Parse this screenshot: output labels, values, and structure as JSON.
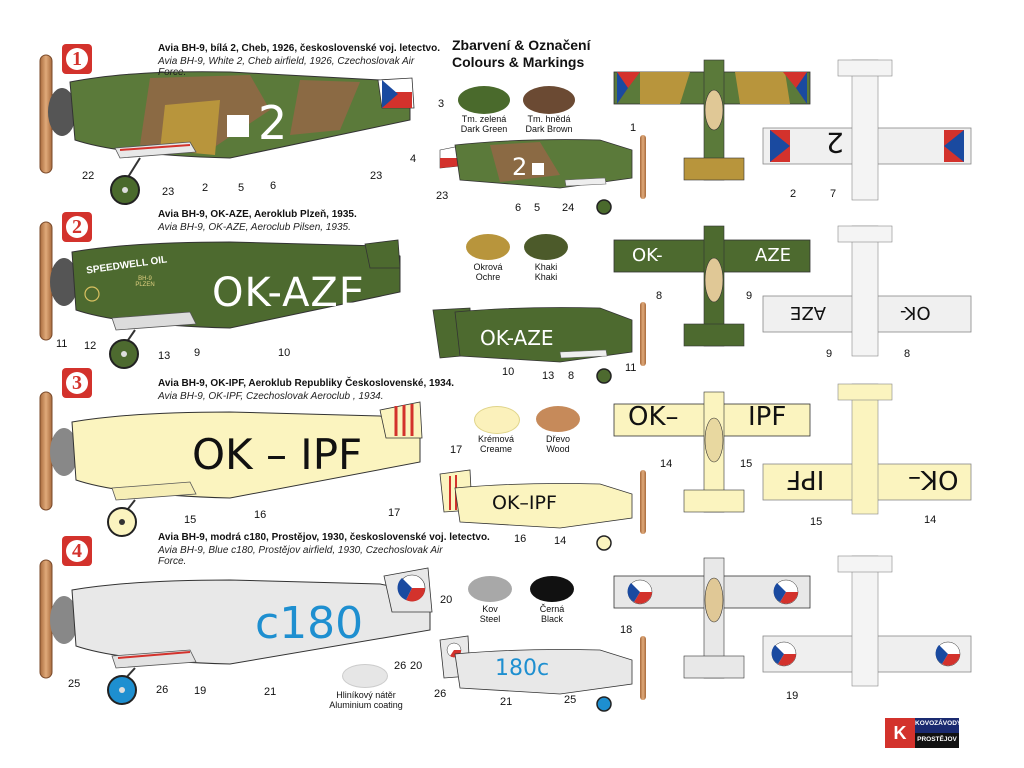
{
  "header": {
    "title_cz": "Zbarvení & Označení",
    "title_en": "Colours & Markings"
  },
  "schemes": [
    {
      "number": "1",
      "title": "Avia BH-9, bílá 2, Cheb, 1926, československé voj. letectvo.",
      "subtitle": "Avia BH-9, White 2, Cheb airfield, 1926, Czechoslovak Air Force.",
      "marking": "2",
      "callouts": [
        "3",
        "22",
        "23",
        "2",
        "5",
        "6",
        "23",
        "4",
        "23",
        "6",
        "5",
        "24",
        "1",
        "2",
        "7"
      ]
    },
    {
      "number": "2",
      "title": "Avia BH-9, OK-AZE, Aeroklub Plzeň, 1935.",
      "subtitle": "Avia BH-9, OK-AZE, Aeroclub Pilsen, 1935.",
      "marking": "OK-AZE",
      "nose_text": "SPEEDWELL OIL",
      "club_text": "BH-9 PLZEN",
      "wing_left": "OK-",
      "wing_right": "AZE",
      "wing_under_left": "AZE",
      "wing_under_right": "OK-",
      "callouts": [
        "11",
        "12",
        "13",
        "9",
        "10",
        "10",
        "13",
        "8",
        "11",
        "8",
        "9",
        "9",
        "8"
      ]
    },
    {
      "number": "3",
      "title": "Avia BH-9, OK-IPF, Aeroklub Republiky Československé, 1934.",
      "subtitle": "Avia BH-9, OK-IPF, Czechoslovak  Aeroclub , 1934.",
      "marking": "OK – IPF",
      "small_marking": "OK–IPF",
      "wing_left": "OK–",
      "wing_right": "IPF",
      "wing_under_left": "IPF",
      "wing_under_right": "OK–",
      "callouts": [
        "17",
        "15",
        "16",
        "17",
        "16",
        "14",
        "14",
        "15",
        "15",
        "14"
      ]
    },
    {
      "number": "4",
      "title": "Avia BH-9, modrá c180, Prostějov, 1930, československé voj. letectvo.",
      "subtitle": "Avia BH-9, Blue c180, Prostějov airfield, 1930, Czechoslovak Air Force.",
      "marking": "c180",
      "small_marking": "180c",
      "callouts": [
        "20",
        "25",
        "26",
        "19",
        "21",
        "26",
        "20",
        "26",
        "21",
        "25",
        "18",
        "19"
      ]
    }
  ],
  "swatches": [
    {
      "cz": "Tm. zelená",
      "en": "Dark Green",
      "color": "#4a6a2c"
    },
    {
      "cz": "Tm. hnědá",
      "en": "Dark Brown",
      "color": "#6b4a33"
    },
    {
      "cz": "Okrová",
      "en": "Ochre",
      "color": "#b8953c"
    },
    {
      "cz": "Khaki",
      "en": "Khaki",
      "color": "#4c5a2a"
    },
    {
      "cz": "Krémová",
      "en": "Creame",
      "color": "#fbf1bb"
    },
    {
      "cz": "Dřevo",
      "en": "Wood",
      "color": "#c68a5a"
    },
    {
      "cz": "Kov",
      "en": "Steel",
      "color": "#a8a8a8"
    },
    {
      "cz": "Černá",
      "en": "Black",
      "color": "#111111"
    },
    {
      "cz": "Hliníkový nátěr",
      "en": "Aluminium coating",
      "color": "#e6e6e6"
    }
  ],
  "logo": {
    "line1": "KOVOZÁVODY",
    "line2": "PROSTĚJOV",
    "letter": "K"
  },
  "colors": {
    "badge_red": "#d3322c",
    "green": "#5b7a3a",
    "brown": "#8b6a44",
    "ochre": "#b8953c",
    "khaki_green": "#4d6a2f",
    "cream": "#fbf4bf",
    "aluminium": "#e8e8e8",
    "blue_marking": "#1e8fd0",
    "propeller": "#c9895a"
  }
}
